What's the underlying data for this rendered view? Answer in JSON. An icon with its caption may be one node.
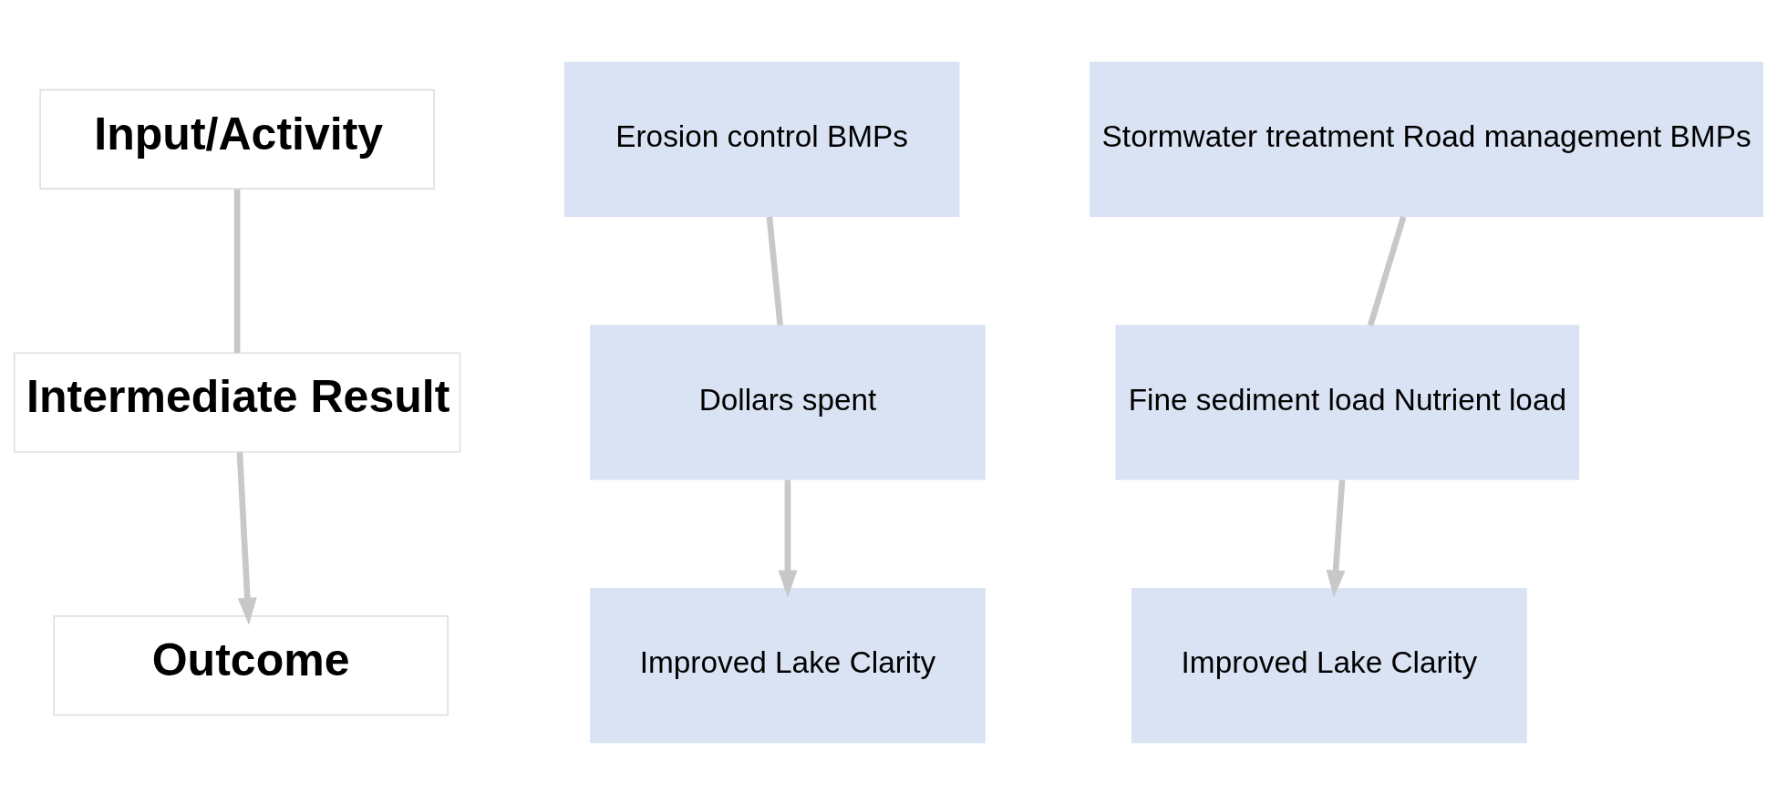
{
  "diagram": {
    "nodes": [
      {
        "text": [
          "Input/Activity"
        ]
      },
      {
        "text": [
          "Intermediate Result"
        ]
      },
      {
        "text": [
          "Outcome"
        ]
      },
      {
        "text": [
          "Erosion control BMPs"
        ]
      },
      {
        "text": [
          "Dollars spent"
        ]
      },
      {
        "text": [
          "Improved Lake Clarity"
        ]
      },
      {
        "text": [
          "Stormwater treatment Road management BMPs"
        ]
      },
      {
        "text": [
          "Fine sediment load Nutrient load"
        ]
      },
      {
        "text": [
          "Improved Lake Clarity"
        ]
      }
    ],
    "edges": [
      {
        "from": 0,
        "to": 1,
        "arrow": "none"
      },
      {
        "from": 1,
        "to": 2,
        "arrow": "to"
      },
      {
        "from": 3,
        "to": 4,
        "arrow": "none"
      },
      {
        "from": 4,
        "to": 5,
        "arrow": "to"
      },
      {
        "from": 6,
        "to": 7,
        "arrow": "none"
      },
      {
        "from": 7,
        "to": 8,
        "arrow": "to"
      }
    ]
  }
}
